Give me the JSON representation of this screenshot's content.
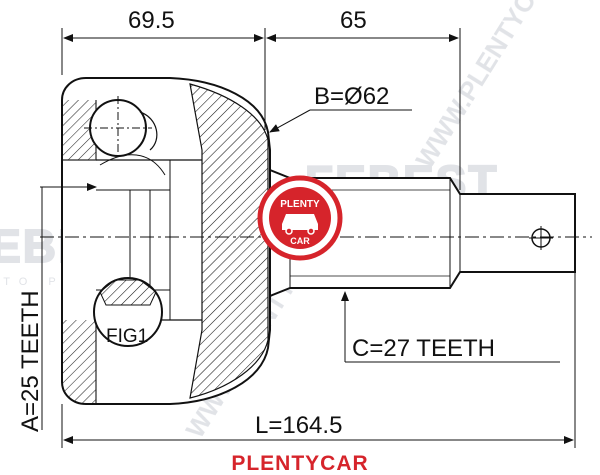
{
  "dimensions": {
    "top_left": "69.5",
    "top_right": "65",
    "outer_diameter": "B=Ø62",
    "inner_teeth": "A=25 TEETH",
    "outer_teeth": "C=27 TEETH",
    "length": "L=164.5"
  },
  "figure_label": "FIG1",
  "badge": {
    "top_text": "PLENTY",
    "bottom_text": "CAR"
  },
  "watermark": {
    "logo": "FEBEST",
    "sub": "AUTO PARTS",
    "site": "WWW.PLENTYCAR"
  },
  "footer_brand": "PLENTYCAR",
  "colors": {
    "line": "#111111",
    "brand_red": "#d6242b",
    "watermark": "#c8ccd4"
  }
}
